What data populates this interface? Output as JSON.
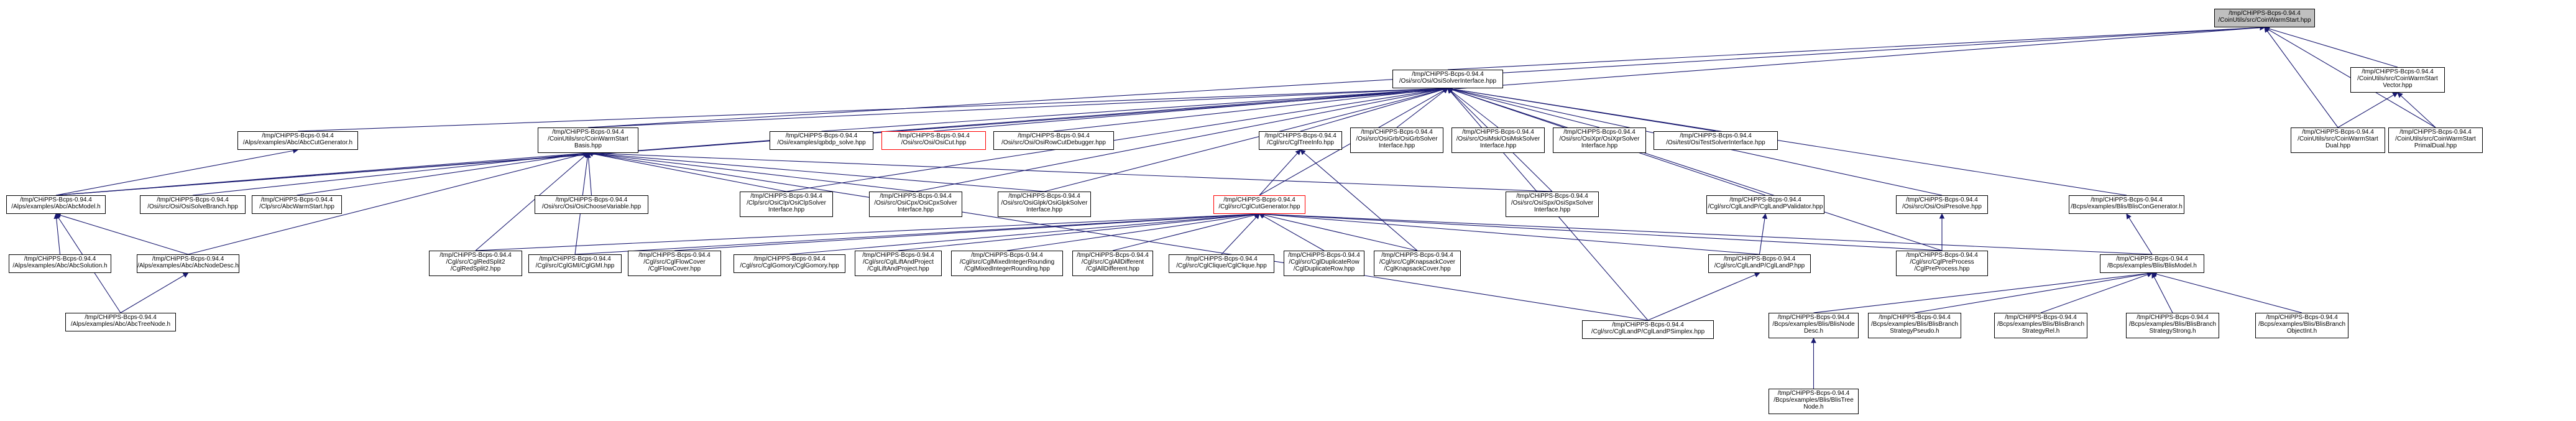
{
  "graph": {
    "edge_color": "#191970",
    "root_fill": "#bfbfbf",
    "highlight_border": "#ff0000",
    "nodes": [
      {
        "id": "root",
        "label": "/tmp/CHiPPS-Bcps-0.94.4\n/CoinUtils/src/CoinWarmStart.hpp"
      },
      {
        "id": "osi_si",
        "label": "/tmp/CHiPPS-Bcps-0.94.4\n/Osi/src/Osi/OsiSolverInterface.hpp"
      },
      {
        "id": "ws_vector",
        "label": "/tmp/CHiPPS-Bcps-0.94.4\n/CoinUtils/src/CoinWarmStart\nVector.hpp"
      },
      {
        "id": "ws_dual",
        "label": "/tmp/CHiPPS-Bcps-0.94.4\n/CoinUtils/src/CoinWarmStart\nDual.hpp"
      },
      {
        "id": "ws_primaldual",
        "label": "/tmp/CHiPPS-Bcps-0.94.4\n/CoinUtils/src/CoinWarmStart\nPrimalDual.hpp"
      },
      {
        "id": "abc_cutgen",
        "label": "/tmp/CHiPPS-Bcps-0.94.4\n/Alps/examples/Abc/AbcCutGenerator.h"
      },
      {
        "id": "ws_basis",
        "label": "/tmp/CHiPPS-Bcps-0.94.4\n/CoinUtils/src/CoinWarmStart\nBasis.hpp"
      },
      {
        "id": "qpbdp",
        "label": "/tmp/CHiPPS-Bcps-0.94.4\n/Osi/examples/qpbdp_solve.hpp"
      },
      {
        "id": "osicut",
        "label": "/tmp/CHiPPS-Bcps-0.94.4\n/Osi/src/Osi/OsiCut.hpp",
        "highlight": true
      },
      {
        "id": "rowcut_dbg",
        "label": "/tmp/CHiPPS-Bcps-0.94.4\n/Osi/src/Osi/OsiRowCutDebugger.hpp"
      },
      {
        "id": "cgl_treeinfo",
        "label": "/tmp/CHiPPS-Bcps-0.94.4\n/Cgl/src/CglTreeInfo.hpp"
      },
      {
        "id": "osi_grb",
        "label": "/tmp/CHiPPS-Bcps-0.94.4\n/Osi/src/OsiGrb/OsiGrbSolver\nInterface.hpp"
      },
      {
        "id": "osi_msk",
        "label": "/tmp/CHiPPS-Bcps-0.94.4\n/Osi/src/OsiMsk/OsiMskSolver\nInterface.hpp"
      },
      {
        "id": "osi_xpr",
        "label": "/tmp/CHiPPS-Bcps-0.94.4\n/Osi/src/OsiXpr/OsiXprSolver\nInterface.hpp"
      },
      {
        "id": "osi_test",
        "label": "/tmp/CHiPPS-Bcps-0.94.4\n/Osi/test/OsiTestSolverInterface.hpp"
      },
      {
        "id": "abc_model",
        "label": "/tmp/CHiPPS-Bcps-0.94.4\n/Alps/examples/Abc/AbcModel.h"
      },
      {
        "id": "solvebranch",
        "label": "/tmp/CHiPPS-Bcps-0.94.4\n/Osi/src/Osi/OsiSolveBranch.hpp"
      },
      {
        "id": "abc_ws",
        "label": "/tmp/CHiPPS-Bcps-0.94.4\n/Clp/src/AbcWarmStart.hpp"
      },
      {
        "id": "choosevar",
        "label": "/tmp/CHiPPS-Bcps-0.94.4\n/Osi/src/Osi/OsiChooseVariable.hpp"
      },
      {
        "id": "osi_clp",
        "label": "/tmp/CHiPPS-Bcps-0.94.4\n/Clp/src/OsiClp/OsiClpSolver\nInterface.hpp"
      },
      {
        "id": "osi_cpx",
        "label": "/tmp/CHiPPS-Bcps-0.94.4\n/Osi/src/OsiCpx/OsiCpxSolver\nInterface.hpp"
      },
      {
        "id": "osi_glpk",
        "label": "/tmp/CHiPPS-Bcps-0.94.4\n/Osi/src/OsiGlpk/OsiGlpkSolver\nInterface.hpp"
      },
      {
        "id": "cgl_cutgen",
        "label": "/tmp/CHiPPS-Bcps-0.94.4\n/Cgl/src/CglCutGenerator.hpp",
        "highlight": true
      },
      {
        "id": "osi_spx",
        "label": "/tmp/CHiPPS-Bcps-0.94.4\n/Osi/src/OsiSpx/OsiSpxSolver\nInterface.hpp"
      },
      {
        "id": "landp_validator",
        "label": "/tmp/CHiPPS-Bcps-0.94.4\n/Cgl/src/CglLandP/CglLandPValidator.hpp"
      },
      {
        "id": "osi_presolve",
        "label": "/tmp/CHiPPS-Bcps-0.94.4\n/Osi/src/Osi/OsiPresolve.hpp"
      },
      {
        "id": "blis_congen",
        "label": "/tmp/CHiPPS-Bcps-0.94.4\n/Bcps/examples/Blis/BlisConGenerator.h"
      },
      {
        "id": "abc_solution",
        "label": "/tmp/CHiPPS-Bcps-0.94.4\n/Alps/examples/Abc/AbcSolution.h"
      },
      {
        "id": "abc_nodedesc",
        "label": "/tmp/CHiPPS-Bcps-0.94.4\n/Alps/examples/Abc/AbcNodeDesc.h"
      },
      {
        "id": "cgl_redsplit2",
        "label": "/tmp/CHiPPS-Bcps-0.94.4\n/Cgl/src/CglRedSplit2\n/CglRedSplit2.hpp"
      },
      {
        "id": "cgl_gmi",
        "label": "/tmp/CHiPPS-Bcps-0.94.4\n/Cgl/src/CglGMI/CglGMI.hpp"
      },
      {
        "id": "cgl_flowcover",
        "label": "/tmp/CHiPPS-Bcps-0.94.4\n/Cgl/src/CglFlowCover\n/CglFlowCover.hpp"
      },
      {
        "id": "cgl_gomory",
        "label": "/tmp/CHiPPS-Bcps-0.94.4\n/Cgl/src/CglGomory/CglGomory.hpp"
      },
      {
        "id": "cgl_liftandproject",
        "label": "/tmp/CHiPPS-Bcps-0.94.4\n/Cgl/src/CglLiftAndProject\n/CglLiftAndProject.hpp"
      },
      {
        "id": "cgl_mir",
        "label": "/tmp/CHiPPS-Bcps-0.94.4\n/Cgl/src/CglMixedIntegerRounding\n/CglMixedIntegerRounding.hpp"
      },
      {
        "id": "cgl_alldiff",
        "label": "/tmp/CHiPPS-Bcps-0.94.4\n/Cgl/src/CglAllDifferent\n/CglAllDifferent.hpp"
      },
      {
        "id": "cgl_clique",
        "label": "/tmp/CHiPPS-Bcps-0.94.4\n/Cgl/src/CglClique/CglClique.hpp"
      },
      {
        "id": "cgl_duprow",
        "label": "/tmp/CHiPPS-Bcps-0.94.4\n/Cgl/src/CglDuplicateRow\n/CglDuplicateRow.hpp"
      },
      {
        "id": "cgl_knapsack",
        "label": "/tmp/CHiPPS-Bcps-0.94.4\n/Cgl/src/CglKnapsackCover\n/CglKnapsackCover.hpp"
      },
      {
        "id": "cgl_landp",
        "label": "/tmp/CHiPPS-Bcps-0.94.4\n/Cgl/src/CglLandP/CglLandP.hpp"
      },
      {
        "id": "cgl_preprocess",
        "label": "/tmp/CHiPPS-Bcps-0.94.4\n/Cgl/src/CglPreProcess\n/CglPreProcess.hpp"
      },
      {
        "id": "blis_model",
        "label": "/tmp/CHiPPS-Bcps-0.94.4\n/Bcps/examples/Blis/BlisModel.h"
      },
      {
        "id": "abc_treenode",
        "label": "/tmp/CHiPPS-Bcps-0.94.4\n/Alps/examples/Abc/AbcTreeNode.h"
      },
      {
        "id": "landp_simplex",
        "label": "/tmp/CHiPPS-Bcps-0.94.4\n/Cgl/src/CglLandP/CglLandPSimplex.hpp"
      },
      {
        "id": "blis_nodedesc",
        "label": "/tmp/CHiPPS-Bcps-0.94.4\n/Bcps/examples/Blis/BlisNode\nDesc.h"
      },
      {
        "id": "blis_pseudo",
        "label": "/tmp/CHiPPS-Bcps-0.94.4\n/Bcps/examples/Blis/BlisBranch\nStrategyPseudo.h"
      },
      {
        "id": "blis_rel",
        "label": "/tmp/CHiPPS-Bcps-0.94.4\n/Bcps/examples/Blis/BlisBranch\nStrategyRel.h"
      },
      {
        "id": "blis_strong",
        "label": "/tmp/CHiPPS-Bcps-0.94.4\n/Bcps/examples/Blis/BlisBranch\nStrategyStrong.h"
      },
      {
        "id": "blis_objint",
        "label": "/tmp/CHiPPS-Bcps-0.94.4\n/Bcps/examples/Blis/BlisBranch\nObjectInt.h"
      },
      {
        "id": "blis_treenode",
        "label": "/tmp/CHiPPS-Bcps-0.94.4\n/Bcps/examples/Blis/BlisTree\nNode.h"
      }
    ],
    "edges": [
      [
        "root",
        "osi_si"
      ],
      [
        "root",
        "ws_vector"
      ],
      [
        "root",
        "ws_dual"
      ],
      [
        "root",
        "ws_primaldual"
      ],
      [
        "root",
        "ws_basis"
      ],
      [
        "root",
        "abc_model"
      ],
      [
        "ws_vector",
        "ws_dual"
      ],
      [
        "ws_vector",
        "ws_primaldual"
      ],
      [
        "osi_si",
        "abc_cutgen"
      ],
      [
        "osi_si",
        "ws_basis"
      ],
      [
        "osi_si",
        "qpbdp"
      ],
      [
        "osi_si",
        "osicut"
      ],
      [
        "osi_si",
        "rowcut_dbg"
      ],
      [
        "osi_si",
        "cgl_treeinfo"
      ],
      [
        "osi_si",
        "osi_grb"
      ],
      [
        "osi_si",
        "osi_msk"
      ],
      [
        "osi_si",
        "osi_xpr"
      ],
      [
        "osi_si",
        "osi_test"
      ],
      [
        "osi_si",
        "abc_model"
      ],
      [
        "osi_si",
        "osi_clp"
      ],
      [
        "osi_si",
        "osi_cpx"
      ],
      [
        "osi_si",
        "osi_glpk"
      ],
      [
        "osi_si",
        "cgl_cutgen"
      ],
      [
        "osi_si",
        "osi_spx"
      ],
      [
        "osi_si",
        "landp_validator"
      ],
      [
        "osi_si",
        "osi_presolve"
      ],
      [
        "osi_si",
        "blis_congen"
      ],
      [
        "osi_si",
        "cgl_preprocess"
      ],
      [
        "osi_si",
        "landp_simplex"
      ],
      [
        "abc_cutgen",
        "abc_model"
      ],
      [
        "ws_basis",
        "abc_model"
      ],
      [
        "ws_basis",
        "solvebranch"
      ],
      [
        "ws_basis",
        "abc_ws"
      ],
      [
        "ws_basis",
        "choosevar"
      ],
      [
        "ws_basis",
        "osi_clp"
      ],
      [
        "ws_basis",
        "osi_cpx"
      ],
      [
        "ws_basis",
        "osi_glpk"
      ],
      [
        "ws_basis",
        "osi_spx"
      ],
      [
        "ws_basis",
        "abc_nodedesc"
      ],
      [
        "ws_basis",
        "cgl_redsplit2"
      ],
      [
        "ws_basis",
        "cgl_gmi"
      ],
      [
        "ws_basis",
        "landp_simplex"
      ],
      [
        "cgl_treeinfo",
        "cgl_cutgen"
      ],
      [
        "cgl_treeinfo",
        "cgl_knapsack"
      ],
      [
        "cgl_cutgen",
        "cgl_redsplit2"
      ],
      [
        "cgl_cutgen",
        "cgl_gmi"
      ],
      [
        "cgl_cutgen",
        "cgl_flowcover"
      ],
      [
        "cgl_cutgen",
        "cgl_gomory"
      ],
      [
        "cgl_cutgen",
        "cgl_liftandproject"
      ],
      [
        "cgl_cutgen",
        "cgl_mir"
      ],
      [
        "cgl_cutgen",
        "cgl_alldiff"
      ],
      [
        "cgl_cutgen",
        "cgl_clique"
      ],
      [
        "cgl_cutgen",
        "cgl_duprow"
      ],
      [
        "cgl_cutgen",
        "cgl_knapsack"
      ],
      [
        "cgl_cutgen",
        "cgl_landp"
      ],
      [
        "cgl_cutgen",
        "cgl_preprocess"
      ],
      [
        "cgl_cutgen",
        "blis_model"
      ],
      [
        "landp_validator",
        "cgl_landp"
      ],
      [
        "osi_presolve",
        "cgl_preprocess"
      ],
      [
        "blis_congen",
        "blis_model"
      ],
      [
        "cgl_landp",
        "landp_simplex"
      ],
      [
        "abc_model",
        "abc_solution"
      ],
      [
        "abc_model",
        "abc_nodedesc"
      ],
      [
        "abc_model",
        "abc_treenode"
      ],
      [
        "abc_nodedesc",
        "abc_treenode"
      ],
      [
        "blis_model",
        "blis_nodedesc"
      ],
      [
        "blis_model",
        "blis_pseudo"
      ],
      [
        "blis_model",
        "blis_rel"
      ],
      [
        "blis_model",
        "blis_strong"
      ],
      [
        "blis_model",
        "blis_objint"
      ],
      [
        "blis_nodedesc",
        "blis_treenode"
      ]
    ]
  }
}
